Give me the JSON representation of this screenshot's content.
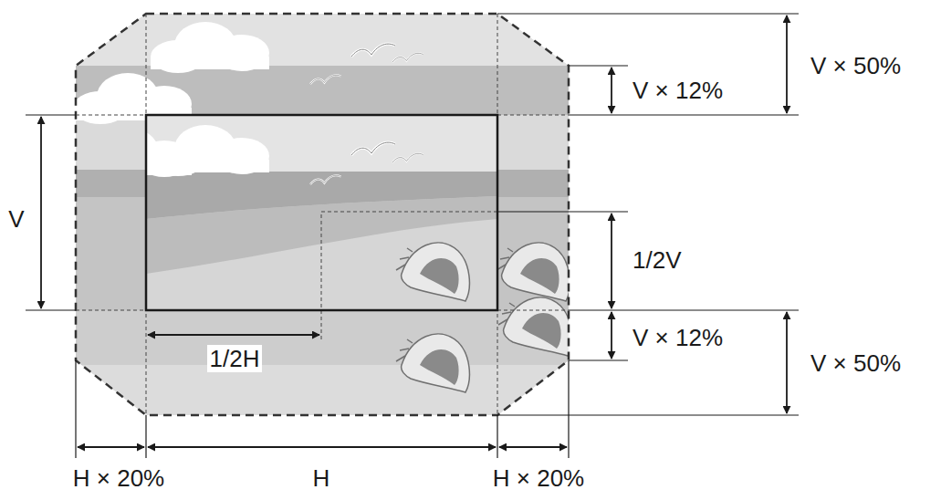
{
  "diagram": {
    "labels": [
      "V × 50%",
      "V × 12%",
      "V",
      "1/2V",
      "V × 12%",
      "1/2H",
      "V × 50%",
      "H × 20%",
      "H",
      "H × 20%"
    ]
  }
}
